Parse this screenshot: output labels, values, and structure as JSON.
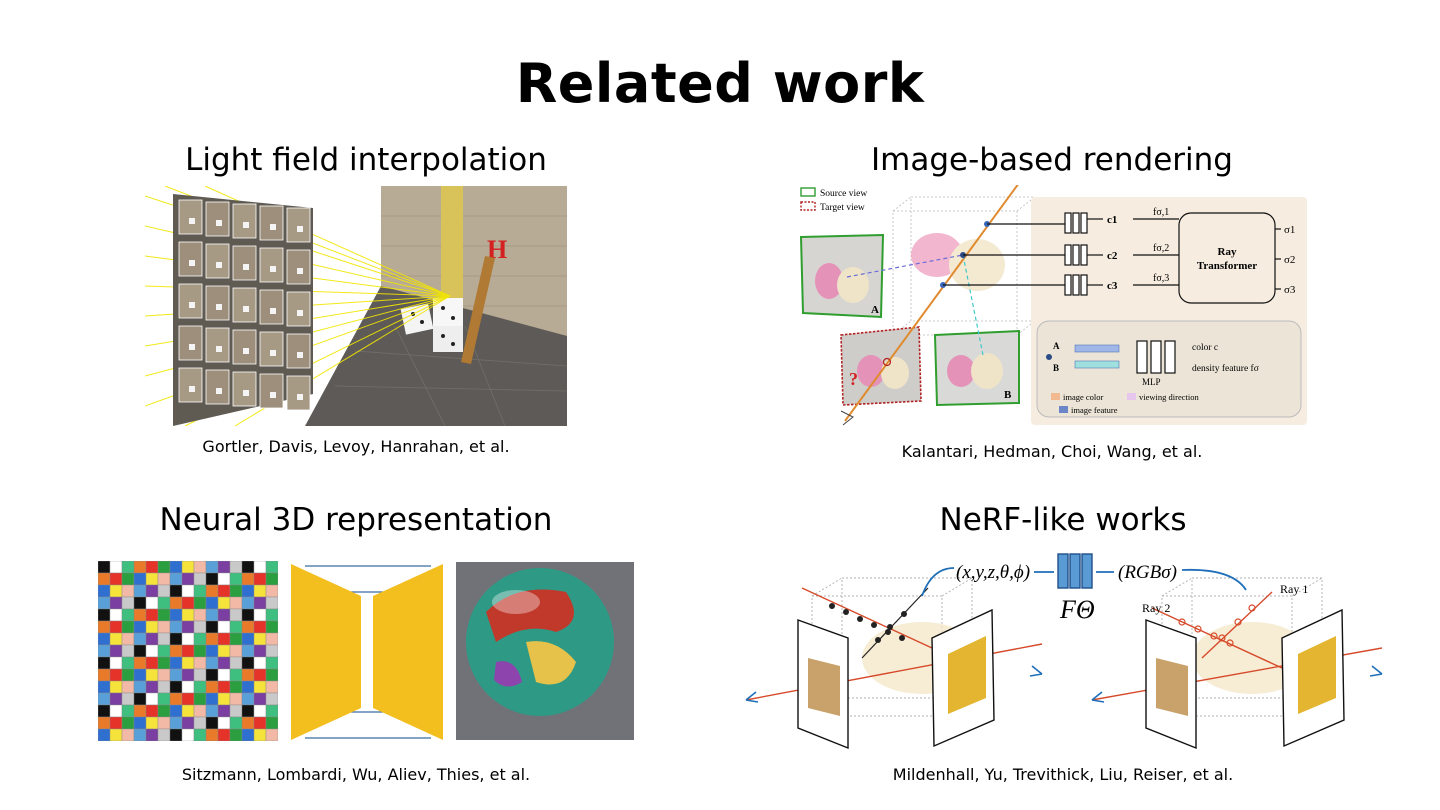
{
  "title": "Related work",
  "sections": {
    "lightfield": {
      "heading": "Light field interpolation",
      "citation": "Gortler, Davis, Levoy, Hanrahan, et al."
    },
    "ibr": {
      "heading": "Image-based rendering",
      "citation": "Kalantari, Hedman, Choi, Wang, et al.",
      "figure": {
        "legend_source": "Source view",
        "legend_target": "Target view",
        "label_a": "A",
        "label_b": "B",
        "c1": "c1",
        "c2": "c2",
        "c3": "c3",
        "f1": "fσ,1",
        "f2": "fσ,2",
        "f3": "fσ,3",
        "ray_transformer_1": "Ray",
        "ray_transformer_2": "Transformer",
        "s1": "σ1",
        "s2": "σ2",
        "s3": "σ3",
        "inset_a": "A",
        "inset_b": "B",
        "color_c": "color c",
        "density": "density feature fσ",
        "mlp": "MLP",
        "key_image_color": "image color",
        "key_viewing_direction": "viewing direction",
        "key_image_feature": "image feature"
      }
    },
    "neural3d": {
      "heading": "Neural 3D representation",
      "citation": "Sitzmann, Lombardi, Wu, Aliev, Thies, et al."
    },
    "nerf": {
      "heading": "NeRF-like works",
      "citation": "Mildenhall, Yu, Trevithick, Liu, Reiser, et al.",
      "figure": {
        "input": "(x,y,z,θ,ϕ)",
        "net": "FΘ",
        "output": "(RGBσ)",
        "ray1": "Ray 1",
        "ray2": "Ray 2"
      }
    }
  }
}
